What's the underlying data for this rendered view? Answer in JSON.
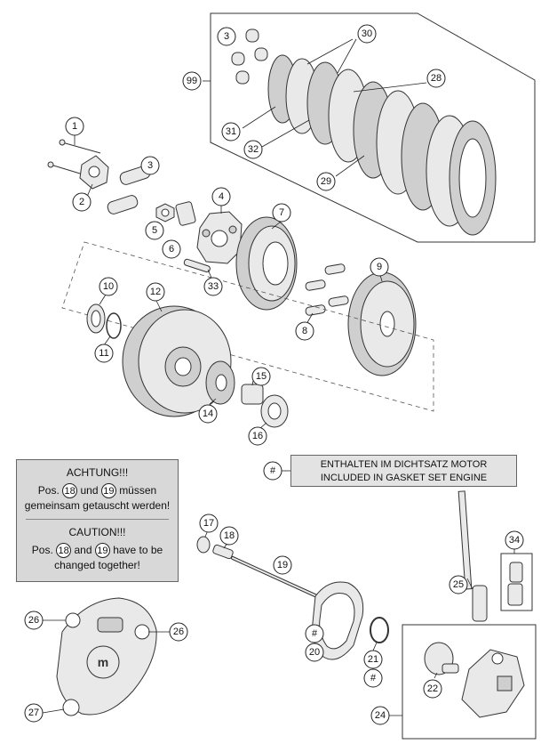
{
  "callouts": {
    "c1": "1",
    "c2": "2",
    "c3a": "3",
    "c3b": "3",
    "c4": "4",
    "c5": "5",
    "c6": "6",
    "c7": "7",
    "c8": "8",
    "c9": "9",
    "c10": "10",
    "c11": "11",
    "c12": "12",
    "c14": "14",
    "c15": "15",
    "c16": "16",
    "c17": "17",
    "c18": "18",
    "c19": "19",
    "c20": "20",
    "c21": "21",
    "c22": "22",
    "c24": "24",
    "c25": "25",
    "c26a": "26",
    "c26b": "26",
    "c27": "27",
    "c28": "28",
    "c29": "29",
    "c30": "30",
    "c31": "31",
    "c32": "32",
    "c33": "33",
    "c34": "34",
    "c99": "99",
    "hash_legend": "#",
    "hash_20": "#",
    "hash_21": "#"
  },
  "notice": {
    "de_title": "ACHTUNG!!!",
    "de_pre": "Pos.",
    "de_n1": "18",
    "de_mid": "und",
    "de_n2": "19",
    "de_post": "müssen",
    "de_line2": "gemeinsam getauscht werden!",
    "en_title": "CAUTION!!!",
    "en_pre": "Pos.",
    "en_n1": "18",
    "en_mid": "and",
    "en_n2": "19",
    "en_post": "have to be",
    "en_line2": "changed together!"
  },
  "legend": {
    "line1": "ENTHALTEN IM DICHTSATZ MOTOR",
    "line2": "INCLUDED IN GASKET SET ENGINE"
  }
}
